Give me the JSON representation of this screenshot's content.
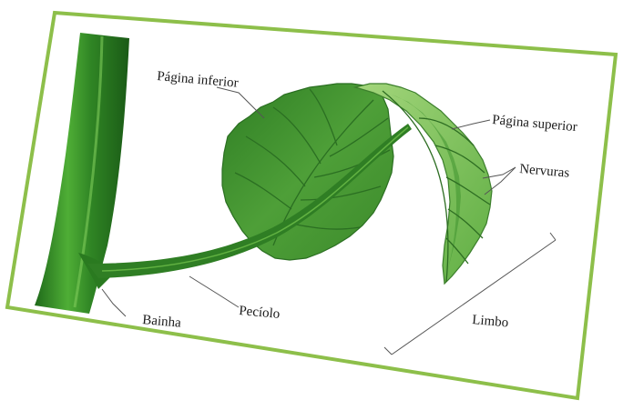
{
  "diagram": {
    "labels": {
      "pagina_inferior": "Página inferior",
      "pagina_superior": "Página superior",
      "nervuras": "Nervuras",
      "bainha": "Bainha",
      "peciolo": "Pecíolo",
      "limbo": "Limbo"
    },
    "colors": {
      "frame_border": "#8dbf4a",
      "stem": "#3f9a2c",
      "stem_dark": "#1f6a1a",
      "leaf_under": "#4e9f38",
      "leaf_upper": "#7fc45a",
      "vein": "#2b6f22"
    }
  }
}
